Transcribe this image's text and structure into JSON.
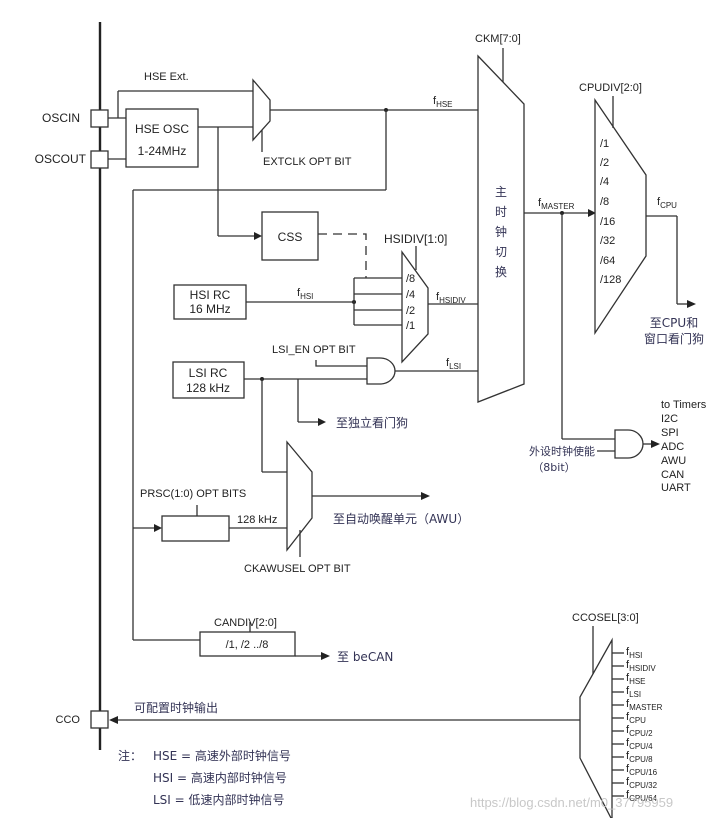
{
  "pins": {
    "oscin": "OSCIN",
    "oscout": "OSCOUT",
    "cco": "CCO"
  },
  "hse": {
    "ext_label": "HSE Ext.",
    "osc_line1": "HSE OSC",
    "osc_line2": "1-24MHz",
    "extclk_label": "EXTCLK OPT BIT",
    "f_label": "f",
    "f_sub": "HSE"
  },
  "css": {
    "label": "CSS"
  },
  "hsi": {
    "line1": "HSI RC",
    "line2": "16 MHz",
    "f_label": "f",
    "f_sub": "HSI"
  },
  "hsidiv": {
    "label": "HSIDIV[1:0]",
    "options": [
      "/8",
      "/4",
      "/2",
      "/1"
    ],
    "f_label": "f",
    "f_sub": "HSIDIV"
  },
  "lsi": {
    "line1": "LSI RC",
    "line2": "128 kHz",
    "en_label": "LSI_EN OPT BIT",
    "f_label": "f",
    "f_sub": "LSI",
    "iwdg_label": "至独立看门狗"
  },
  "ckm": {
    "label": "CKM[7:0]",
    "chars": [
      "主",
      "时",
      "钟",
      "切",
      "换"
    ]
  },
  "master": {
    "f_label": "f",
    "f_sub": "MASTER"
  },
  "cpudiv": {
    "label": "CPUDIV[2:0]",
    "options": [
      "/1",
      "/2",
      "/4",
      "/8",
      "/16",
      "/32",
      "/64",
      "/128"
    ],
    "f_label": "f",
    "f_sub": "CPU",
    "dest_line1": "至CPU和",
    "dest_line2": "窗口看门狗"
  },
  "peripheral": {
    "enable_line1": "外设时钟使能",
    "enable_line2": "（8bit）",
    "targets": [
      "to Timers",
      "I2C",
      "SPI",
      "ADC",
      "AWU",
      "CAN",
      "UART"
    ]
  },
  "awu": {
    "prsc_label": "PRSC(1:0) OPT BITS",
    "freq_label": "128 kHz",
    "sel_label": "CKAWUSEL OPT BIT",
    "dest_label": "至自动唤醒单元（AWU）"
  },
  "can": {
    "div_label": "CANDIV[2:0]",
    "div_options": "/1, /2 ../8",
    "dest_label": "至 beCAN"
  },
  "cco": {
    "sel_label": "CCOSEL[3:0]",
    "out_label": "可配置时钟输出",
    "sources": [
      {
        "f": "f",
        "sub": "HSI"
      },
      {
        "f": "f",
        "sub": "HSIDIV"
      },
      {
        "f": "f",
        "sub": "HSE"
      },
      {
        "f": "f",
        "sub": "LSI"
      },
      {
        "f": "f",
        "sub": "MASTER"
      },
      {
        "f": "f",
        "sub": "CPU"
      },
      {
        "f": "f",
        "sub": "CPU/2"
      },
      {
        "f": "f",
        "sub": "CPU/4"
      },
      {
        "f": "f",
        "sub": "CPU/8"
      },
      {
        "f": "f",
        "sub": "CPU/16"
      },
      {
        "f": "f",
        "sub": "CPU/32"
      },
      {
        "f": "f",
        "sub": "CPU/64"
      }
    ]
  },
  "notes": {
    "prefix": "注：",
    "lines": [
      "HSE = 高速外部时钟信号",
      "HSI  =  高速内部时钟信号",
      "LSI  =  低速内部时钟信号"
    ]
  },
  "watermark": "https://blog.csdn.net/m0_37795959"
}
